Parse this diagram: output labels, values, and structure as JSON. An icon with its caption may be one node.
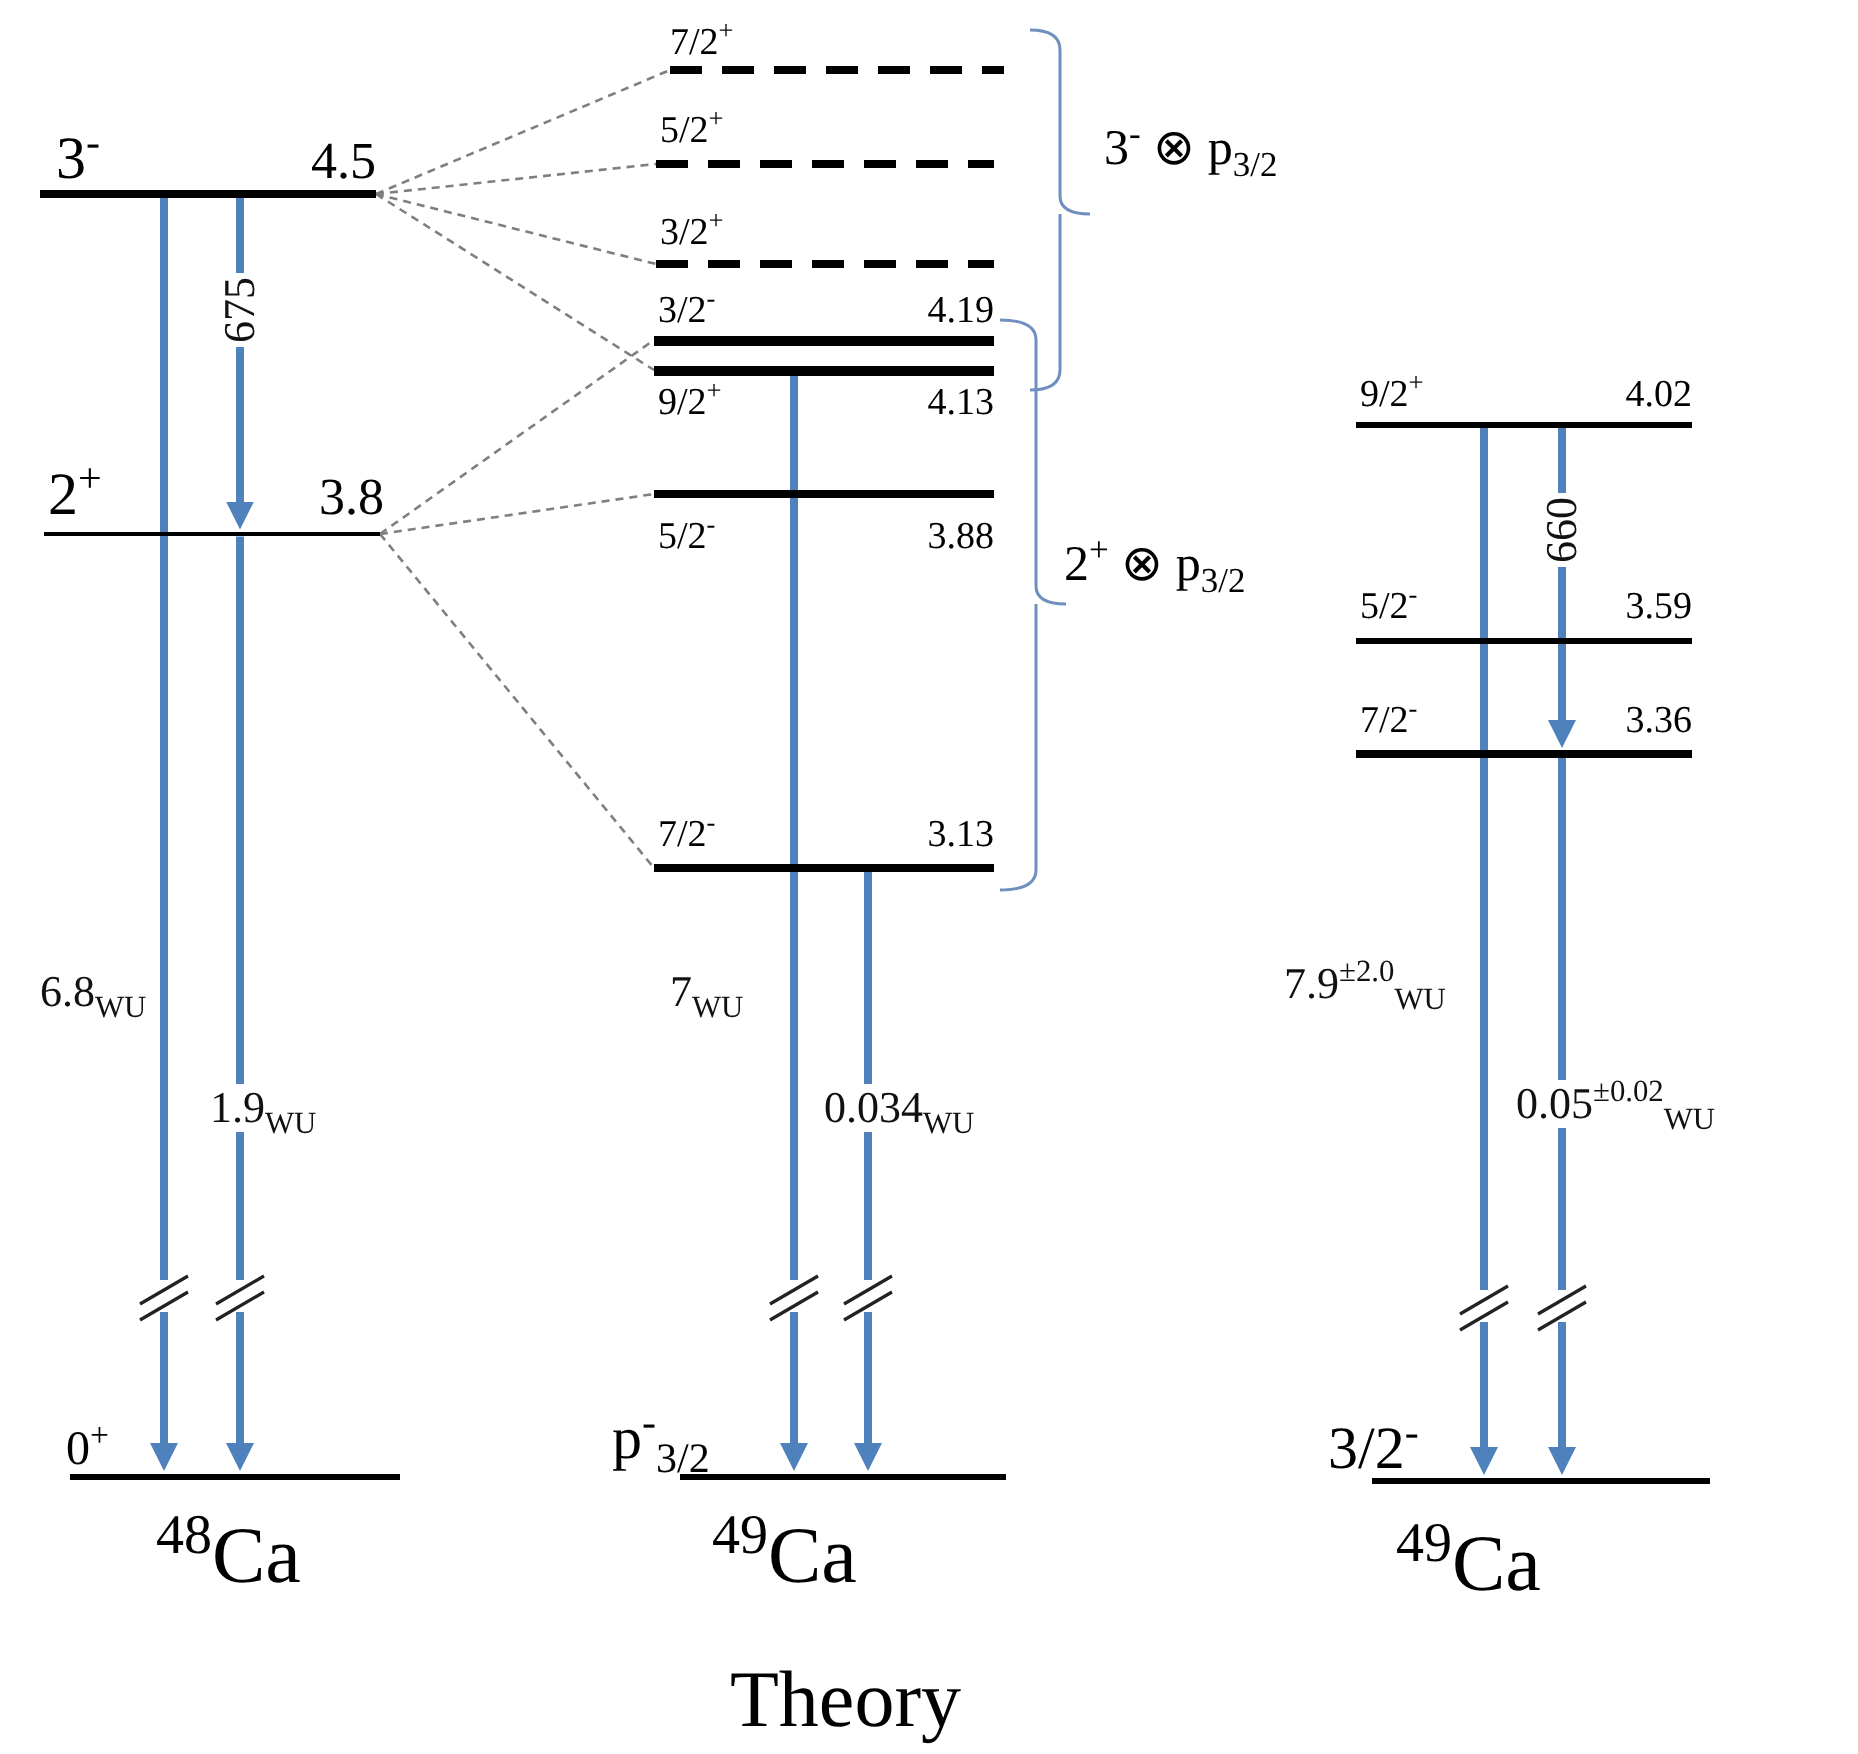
{
  "diagram": {
    "nodes": [
      {
        "text": [
          "3$^{-}$",
          "4.5"
        ]
      },
      {
        "text": [
          "2$^{+}$",
          "3.8"
        ]
      },
      {
        "text": [
          "0$^{+}$"
        ]
      },
      {
        "text": [
          "7/2$^{+}$"
        ]
      },
      {
        "text": [
          "5/2$^{+}$"
        ]
      },
      {
        "text": [
          "3/2$^{+}$"
        ]
      },
      {
        "text": [
          "3/2$^{-}$",
          "4.19"
        ]
      },
      {
        "text": [
          "9/2$^{+}$",
          "4.13"
        ]
      },
      {
        "text": [
          "5/2$^{-}$",
          "3.88"
        ]
      },
      {
        "text": [
          "7/2$^{-}$",
          "3.13"
        ]
      },
      {
        "text": [
          "p$^{-}$$_{3/2}$"
        ]
      },
      {
        "text": [
          "9/2$^{+}$",
          "4.02"
        ]
      },
      {
        "text": [
          "5/2$^{-}$",
          "3.59"
        ]
      },
      {
        "text": [
          "7/2$^{-}$",
          "3.36"
        ]
      },
      {
        "text": [
          "3/2$^{-}$"
        ]
      }
    ],
    "edges": [
      {
        "from": 0,
        "to": 3,
        "arrow": "none",
        "style": "dashed",
        "color": "#7f7f7f"
      },
      {
        "from": 0,
        "to": 4,
        "arrow": "none",
        "style": "dashed",
        "color": "#7f7f7f"
      },
      {
        "from": 0,
        "to": 5,
        "arrow": "none",
        "style": "dashed",
        "color": "#7f7f7f"
      },
      {
        "from": 0,
        "to": 7,
        "arrow": "none",
        "style": "dashed",
        "color": "#7f7f7f"
      },
      {
        "from": 1,
        "to": 6,
        "arrow": "none",
        "style": "dashed",
        "color": "#7f7f7f"
      },
      {
        "from": 1,
        "to": 8,
        "arrow": "none",
        "style": "dashed",
        "color": "#7f7f7f"
      },
      {
        "from": 1,
        "to": 9,
        "arrow": "none",
        "style": "dashed",
        "color": "#7f7f7f"
      },
      {
        "from": 0,
        "to": 2,
        "arrow": "to",
        "label": "6.8$_{WU}$"
      },
      {
        "from": 0,
        "to": 1,
        "arrow": "to",
        "label": "675"
      },
      {
        "from": 1,
        "to": 2,
        "arrow": "to",
        "label": "1.9$_{WU}$"
      },
      {
        "from": 7,
        "to": 10,
        "arrow": "to",
        "label": "7$_{WU}$"
      },
      {
        "from": 9,
        "to": 10,
        "arrow": "to",
        "label": "0.034$_{WU}$"
      },
      {
        "from": 11,
        "to": 14,
        "arrow": "to",
        "label": "7.9$^{±2.0}$$_{WU}$"
      },
      {
        "from": 11,
        "to": 13,
        "arrow": "to",
        "label": "660"
      },
      {
        "from": 13,
        "to": 14,
        "arrow": "to",
        "label": "0.05$^{±0.02}$$_{WU}$"
      }
    ],
    "labels": [
      "3$^{-}$ ⊗ p$_{3/2}$",
      "2$^{+}$ ⊗ p$_{3/2}$",
      "$^{48}$Ca",
      "$^{49}$Ca",
      "Theory",
      "$^{49}$Ca"
    ]
  }
}
